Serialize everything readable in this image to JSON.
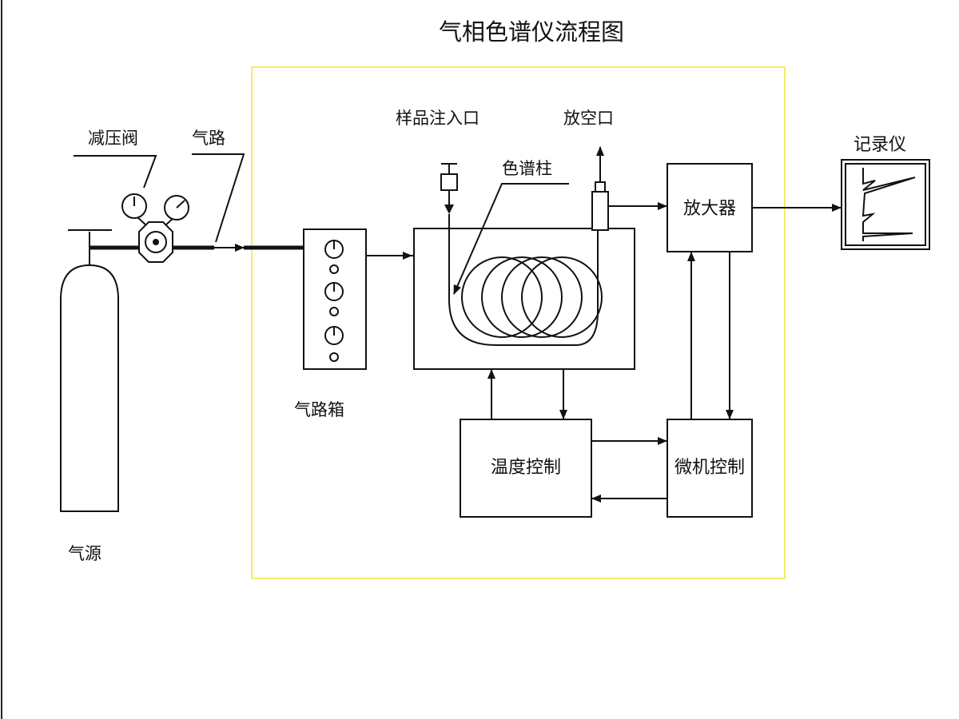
{
  "diagram": {
    "title": "气相色谱仪流程图",
    "labels": {
      "pressure_valve": "减压阀",
      "gas_line": "气路",
      "sample_inlet": "样品注入口",
      "vent": "放空口",
      "column": "色谱柱",
      "recorder": "记录仪",
      "gas_box": "气路箱",
      "gas_source": "气源"
    },
    "boxes": {
      "amplifier": "放大器",
      "temp_control": "温度控制",
      "micro_control": "微机控制"
    },
    "colors": {
      "line": "#111111",
      "frame": "#f3ec6a",
      "background": "#ffffff"
    }
  }
}
